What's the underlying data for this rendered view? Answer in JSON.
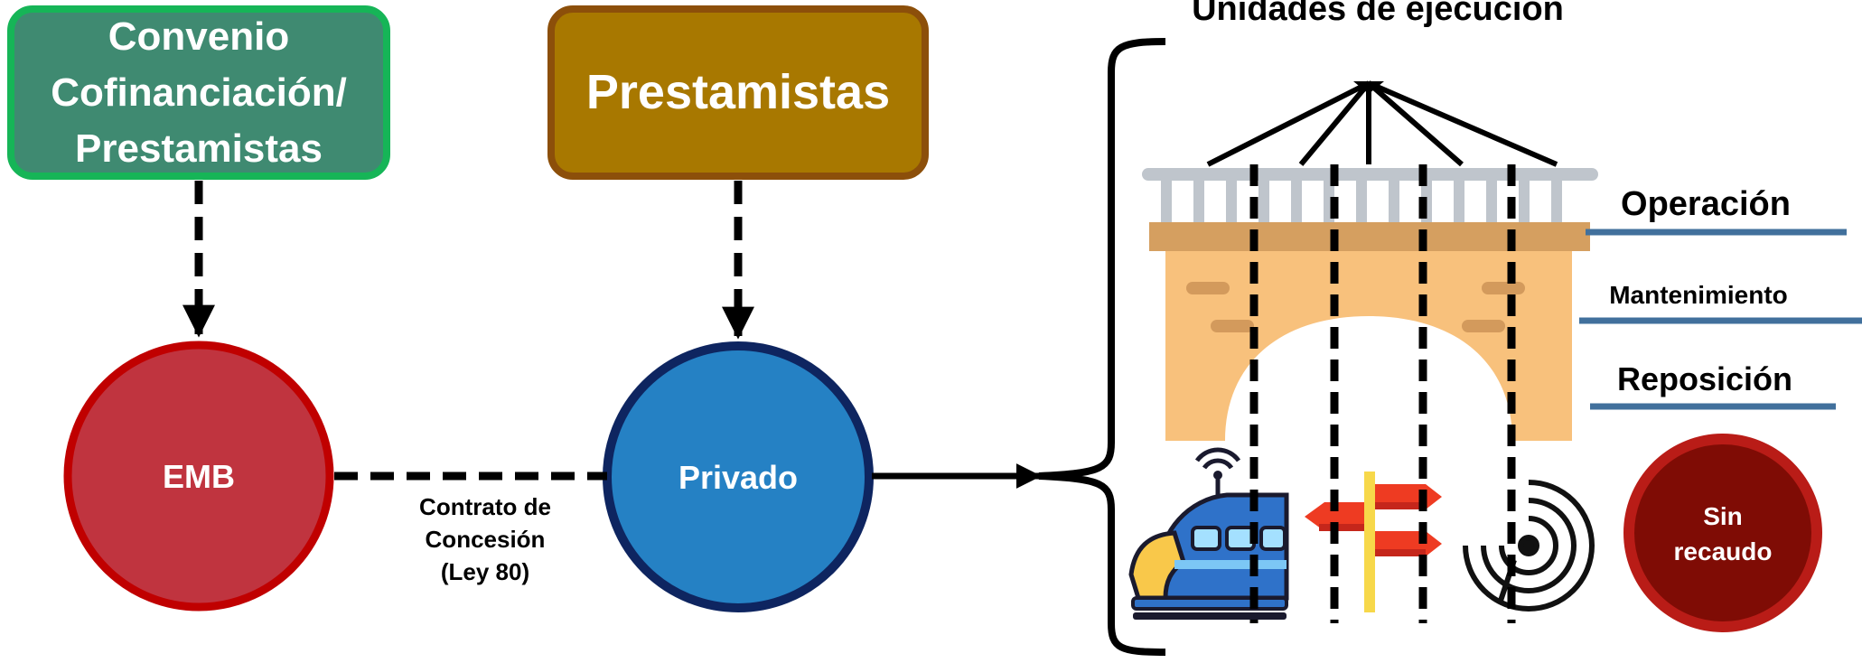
{
  "boxes": {
    "convenio": {
      "line1": "Convenio",
      "line2": "Cofinanciación/",
      "line3": "Prestamistas",
      "fill": "#3f8a71",
      "border": "#16b557"
    },
    "prestamistas": {
      "label": "Prestamistas",
      "fill": "#a87800",
      "border": "#8c4f0a"
    }
  },
  "nodes": {
    "emb": {
      "label": "EMB",
      "fill": "#c0343f",
      "border": "#c00000"
    },
    "privado": {
      "label": "Privado",
      "fill": "#2581c4",
      "border": "#0e2560"
    },
    "sin_recaudo": {
      "line1": "Sin",
      "line2": "recaudo",
      "fill": "#7f0c05",
      "border": "#b91c17"
    }
  },
  "contract": {
    "line1": "Contrato de",
    "line2": "Concesión",
    "line3": "(Ley 80)"
  },
  "execution_units": {
    "title": "Unidades de ejecución",
    "labels": [
      "Operación",
      "Mantenimiento",
      "Reposición"
    ],
    "line_color": "#41709c"
  },
  "icons": {
    "bridge": "bridge-icon",
    "train": "train-wifi-icon",
    "signpost": "signpost-icon",
    "signal": "signal-waves-icon"
  }
}
